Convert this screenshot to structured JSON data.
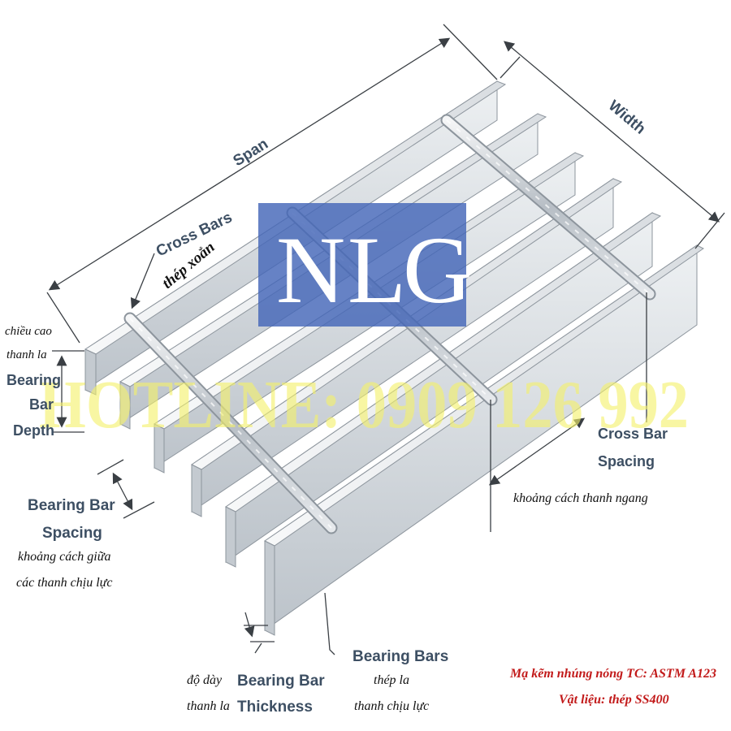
{
  "logo": {
    "letters": [
      "N",
      "L",
      "G"
    ],
    "box_color": "#4466b8"
  },
  "hotline": "HOTLINE: 0909 126 992",
  "labels": {
    "span": "Span",
    "width": "Width",
    "cross_bars": "Cross Bars",
    "cross_bars_vi": "thép xoắn",
    "depth_vi_1": "chiều cao",
    "depth_vi_2": "thanh la",
    "depth_en_1": "Bearing",
    "depth_en_2": "Bar",
    "depth_en_3": "Depth",
    "spacing_en_1": "Bearing Bar",
    "spacing_en_2": "Spacing",
    "spacing_vi_1": "khoảng cách giữa",
    "spacing_vi_2": "các thanh chịu lực",
    "cross_spacing_en_1": "Cross Bar",
    "cross_spacing_en_2": "Spacing",
    "cross_spacing_vi": "khoảng cách thanh ngang",
    "bearing_bars_en": "Bearing Bars",
    "bearing_bars_vi_1": "thép la",
    "bearing_bars_vi_2": "thanh chịu lực",
    "thickness_vi_1": "độ dày",
    "thickness_vi_2": "thanh la",
    "thickness_en_1": "Bearing Bar",
    "thickness_en_2": "Thickness"
  },
  "specs": {
    "line1": "Mạ kẽm nhúng nóng TC: ASTM A123",
    "line2": "Vật liệu: thép SS400"
  },
  "colors": {
    "steel_face": "#d6dbe0",
    "steel_top": "#eef1f3",
    "steel_dark": "#9aa2aa",
    "label_blue": "#3d4f63",
    "spec_red": "#c21a1a",
    "hotline_yellow": "#f4f06a"
  }
}
